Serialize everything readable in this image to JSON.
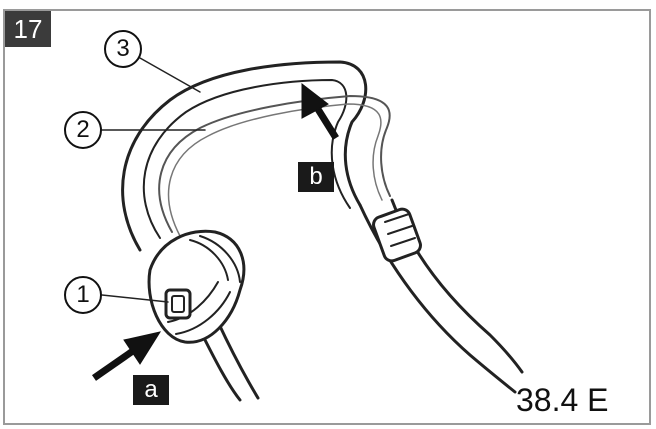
{
  "figure": {
    "number": "17",
    "model": "38.4 E",
    "callouts": [
      {
        "label": "1"
      },
      {
        "label": "2"
      },
      {
        "label": "3"
      }
    ],
    "steps": [
      {
        "label": "a"
      },
      {
        "label": "b"
      }
    ]
  }
}
